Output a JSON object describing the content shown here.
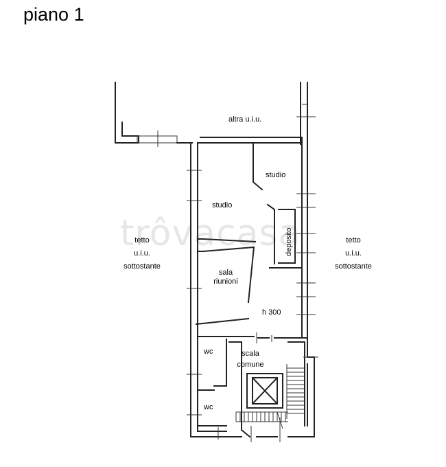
{
  "title": "piano 1",
  "watermark": "trôvacasa",
  "labels": {
    "altra": "altra u.i.u.",
    "studio_right": "studio",
    "studio_left": "studio",
    "deposito": "deposito",
    "sala_1": "sala",
    "sala_2": "riunioni",
    "h300": "h 300",
    "wc_top": "wc",
    "wc_bottom": "wc",
    "scala_1": "scala",
    "scala_2": "comune",
    "tetto_left_1": "tetto",
    "tetto_left_2": "u.i.u.",
    "tetto_left_3": "sottostante",
    "tetto_right_1": "tetto",
    "tetto_right_2": "u.i.u.",
    "tetto_right_3": "sottostante"
  }
}
